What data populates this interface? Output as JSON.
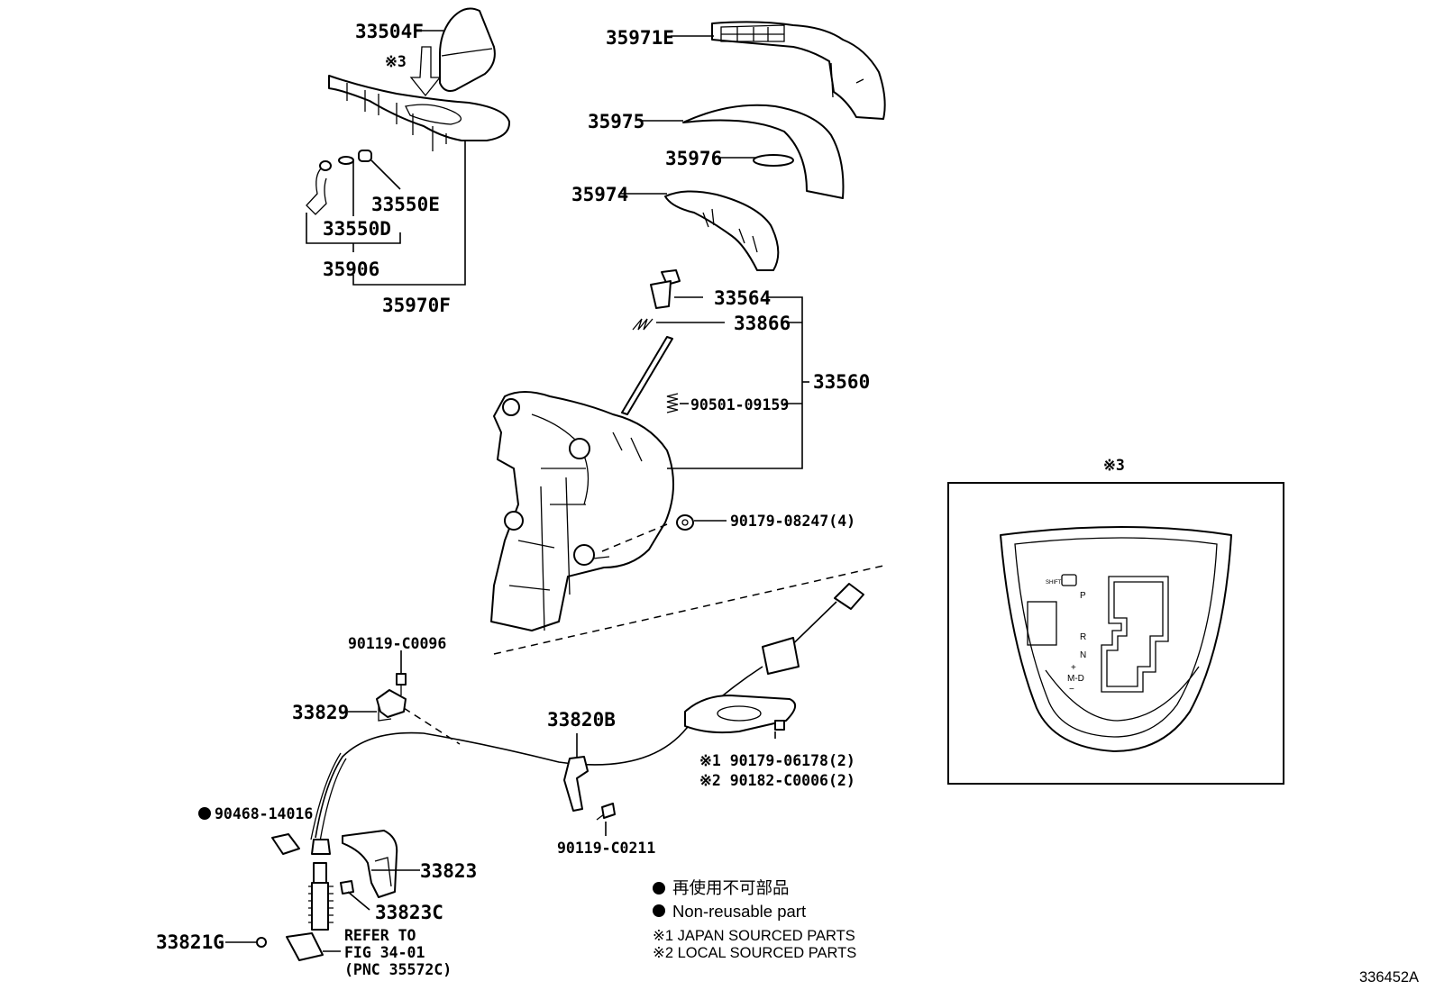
{
  "labels": {
    "p33504F": "33504F",
    "note3_top": "※3",
    "p35971E": "35971E",
    "p35975": "35975",
    "p35976": "35976",
    "p35974": "35974",
    "p33550E": "33550E",
    "p33550D": "33550D",
    "p35906": "35906",
    "p35970F": "35970F",
    "p33564": "33564",
    "p33866": "33866",
    "p33560": "33560",
    "p90501_09159": "90501-09159",
    "p90179_08247": "90179-08247(4)",
    "p90119_C0096": "90119-C0096",
    "p33829": "33829",
    "p33820B": "33820B",
    "p90179_06178": "※1 90179-06178(2)",
    "p90182_C0006": "※2 90182-C0006(2)",
    "p90468_14016": "90468-14016",
    "p90119_C0211": "90119-C0211",
    "p33823": "33823",
    "p33823C": "33823C",
    "p33821G": "33821G",
    "refer_line1": "REFER TO",
    "refer_line2": "FIG 34-01",
    "refer_line3": "(PNC 35572C)",
    "inset_title": "※3",
    "drawing_number": "336452A"
  },
  "legend": {
    "non_reusable_jp": "再使用不可部品",
    "non_reusable_en": "Non-reusable part",
    "note1": "※1 JAPAN SOURCED PARTS",
    "note2": "※2 LOCAL SOURCED PARTS"
  },
  "gate": {
    "p": "P",
    "r": "R",
    "n": "N",
    "plus": "+",
    "md": "M-D",
    "minus": "−"
  }
}
